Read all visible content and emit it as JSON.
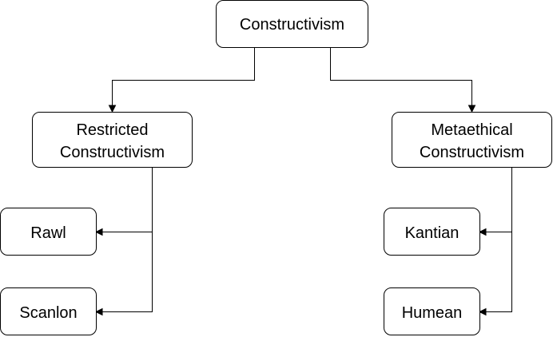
{
  "nodes": {
    "root": {
      "label": "Constructivism"
    },
    "restricted": {
      "line1": "Restricted",
      "line2": "Constructivism"
    },
    "metaethical": {
      "line1": "Metaethical",
      "line2": "Constructivism"
    },
    "rawl": {
      "label": "Rawl"
    },
    "scanlon": {
      "label": "Scanlon"
    },
    "kantian": {
      "label": "Kantian"
    },
    "humean": {
      "label": "Humean"
    }
  }
}
